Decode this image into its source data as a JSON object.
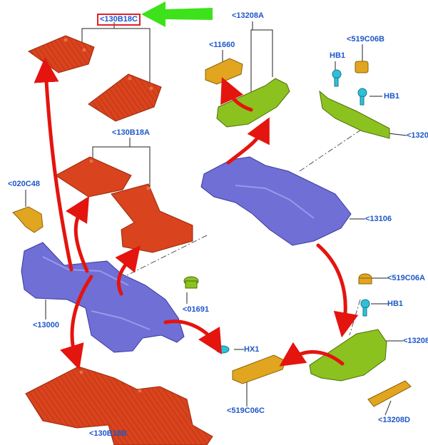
{
  "colors": {
    "label": "#1e57c8",
    "highlight_box": "#e0202a",
    "pointer_arrow": "#3de21a",
    "flow_arrow": "#e4140e",
    "mat": "#d9431d",
    "carpet": "#6f6fd6",
    "bracket": "#8cc21f",
    "clip": "#e1a520",
    "fastener": "#2fc0d8",
    "leader": "#222222"
  },
  "labels": {
    "l130B18C": "<130B18C",
    "l13208A": "<13208A",
    "l11660": "<11660",
    "l519C06B": "<519C06B",
    "hb1_top": "HB1",
    "hb1_mid": "HB1",
    "l1320": "<1320",
    "l130B18A": "<130B18A",
    "l020C48": "<020C48",
    "l13106": "<13106",
    "l519C06A": "<519C06A",
    "hb1_low": "HB1",
    "l01691": "<01691",
    "l13000": "<13000",
    "l13208": "<13208",
    "hx1": "HX1",
    "l519C06C": "<519C06C",
    "l13208D": "<13208D",
    "l130B18B": "<130B18B"
  },
  "icons": {
    "pointer": "green-pointer-arrow-icon",
    "flow": "red-flow-arrow-icon"
  }
}
